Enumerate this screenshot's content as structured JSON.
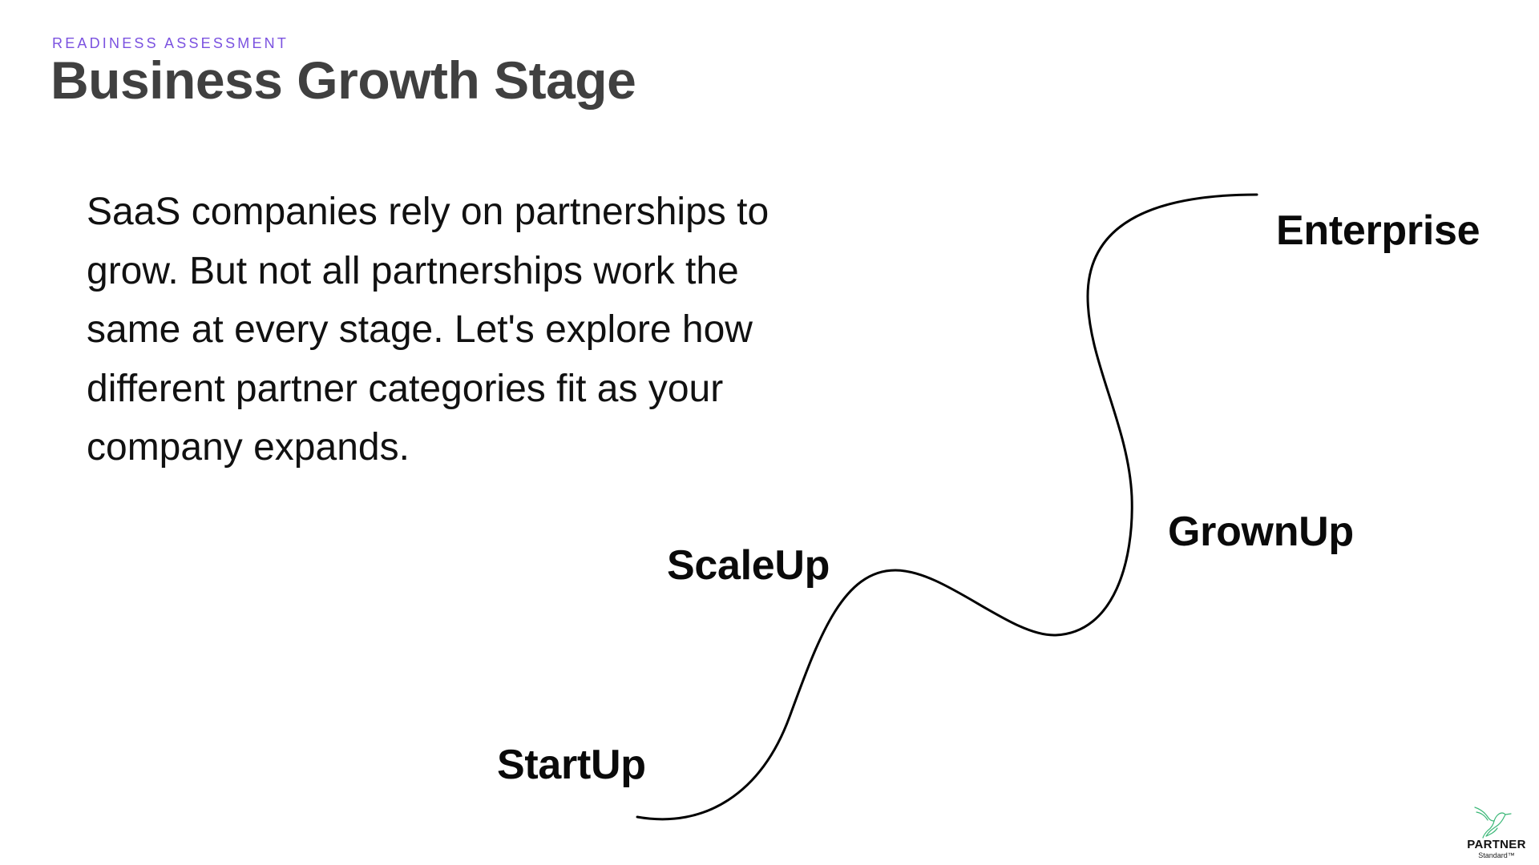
{
  "slide": {
    "eyebrow": "READINESS ASSESSMENT",
    "title": "Business Growth Stage",
    "body_lines": [
      "SaaS companies rely on partnerships to",
      "grow. But not all partnerships work the",
      "same at every stage. Let's explore how",
      "different partner categories fit as your",
      "company expands."
    ]
  },
  "growth_curve": {
    "stages": [
      {
        "label": "StartUp"
      },
      {
        "label": "ScaleUp"
      },
      {
        "label": "GrownUp"
      },
      {
        "label": "Enterprise"
      }
    ],
    "stroke_color": "#000000"
  },
  "logo": {
    "icon": "hummingbird-icon",
    "wordmark": "PARTNER",
    "subtitle": "Standard™",
    "icon_color": "#3cb878"
  },
  "colors": {
    "eyebrow": "#7b52e0",
    "title": "#404040",
    "body": "#111111"
  }
}
